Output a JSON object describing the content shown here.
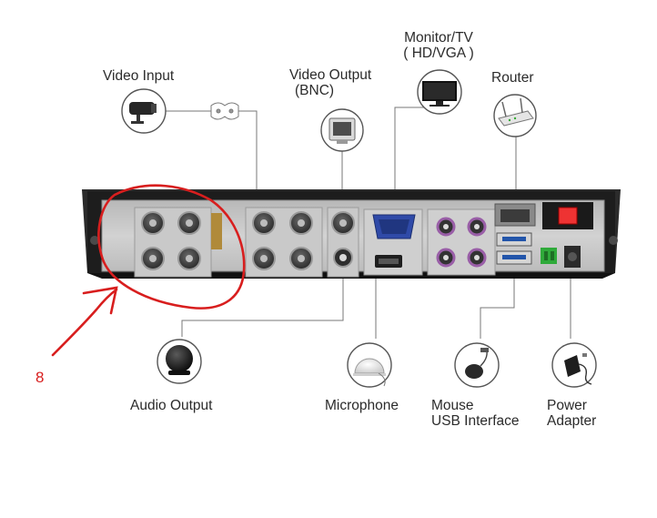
{
  "labels": {
    "video_input": "Video Input",
    "video_output_1": "Video Output",
    "video_output_2": "(BNC)",
    "monitor_1": "Monitor/TV",
    "monitor_2": "( HD/VGA )",
    "router": "Router",
    "audio_output": "Audio Output",
    "microphone": "Microphone",
    "mouse_1": "Mouse",
    "mouse_2": "USB Interface",
    "power_1": "Power",
    "power_2": "Adapter"
  },
  "annotation": {
    "number": "8",
    "color": "#d81e1e"
  },
  "icons": {
    "video_input": "cctv-camera-icon",
    "video_output": "crt-monitor-icon",
    "monitor": "flat-tv-icon",
    "router": "router-icon",
    "audio_output": "speaker-icon",
    "microphone": "microphone-icon",
    "mouse": "mouse-icon",
    "power": "power-adapter-icon"
  }
}
